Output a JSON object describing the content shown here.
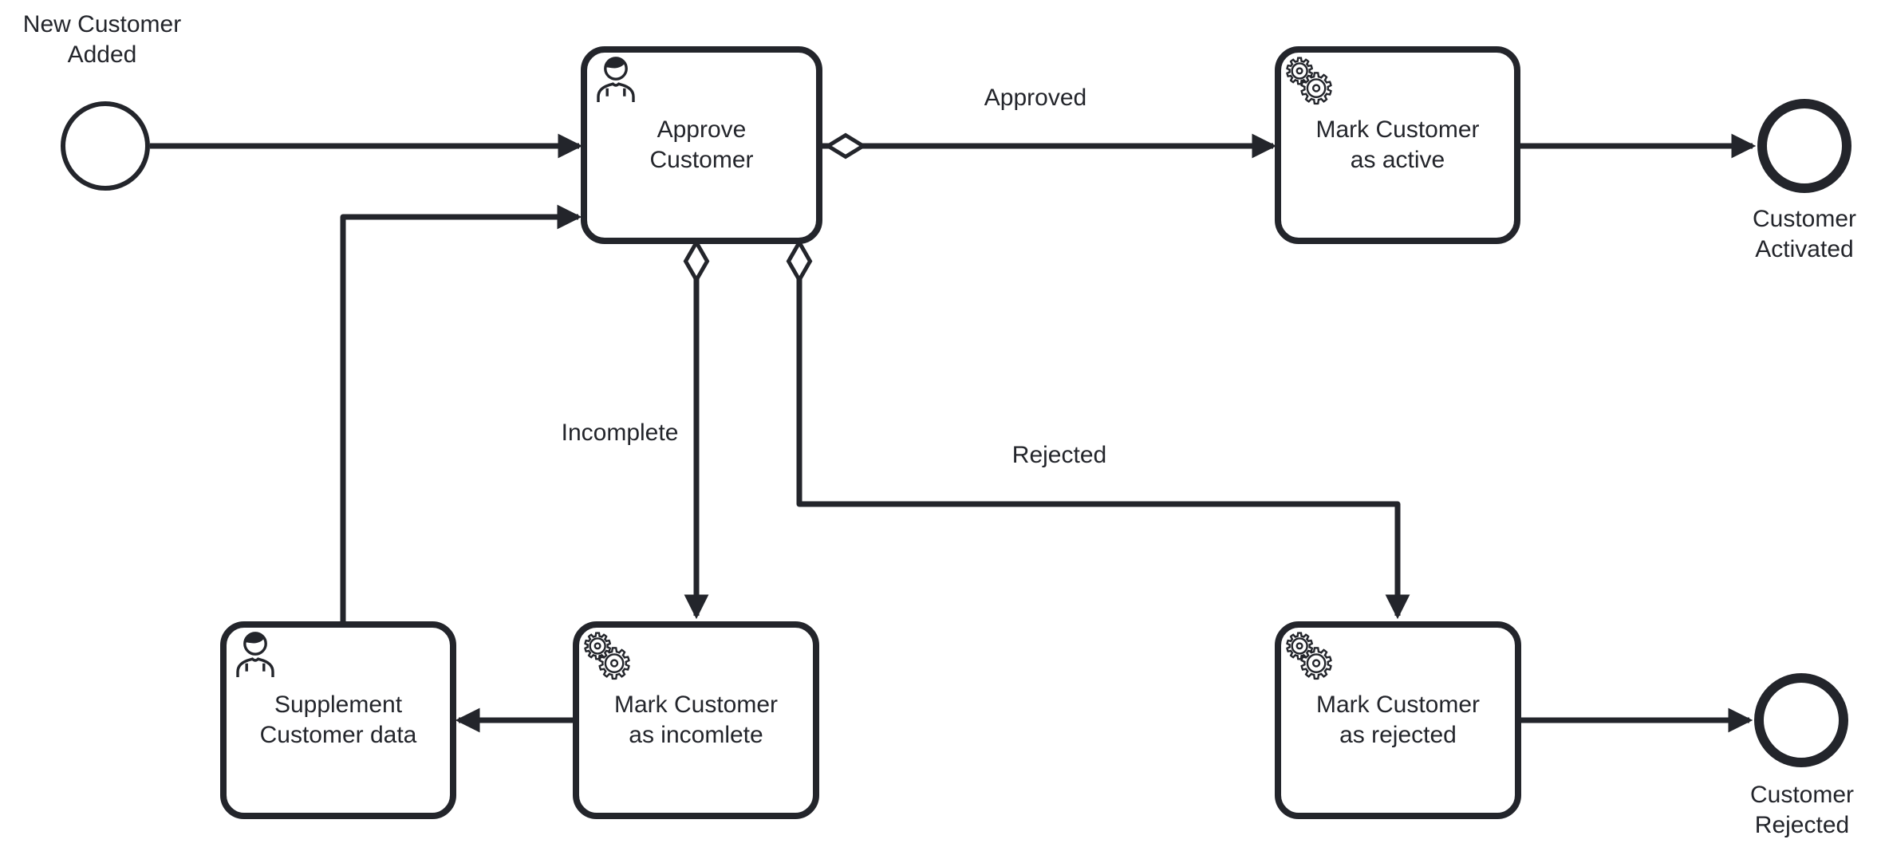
{
  "diagram": {
    "kind": "BPMN process",
    "background": "#ffffff",
    "stroke_color": "#23252b"
  },
  "events": {
    "start": {
      "label": "New Customer\nAdded",
      "kind": "start"
    },
    "customer_activated": {
      "label": "Customer\nActivated",
      "kind": "end"
    },
    "customer_rejected": {
      "label": "Customer\nRejected",
      "kind": "end"
    }
  },
  "tasks": {
    "approve_customer": {
      "label": "Approve\nCustomer",
      "task_type": "user"
    },
    "mark_customer_as_active": {
      "label": "Mark Customer\nas active",
      "task_type": "service"
    },
    "mark_customer_as_incomplete": {
      "label": "Mark Customer\nas incomlete",
      "task_type": "service"
    },
    "supplement_customer_data": {
      "label": "Supplement\nCustomer data",
      "task_type": "user"
    },
    "mark_customer_as_rejected": {
      "label": "Mark Customer\nas rejected",
      "task_type": "service"
    }
  },
  "flow_labels": {
    "approved": "Approved",
    "incomplete": "Incomplete",
    "rejected": "Rejected"
  },
  "icons": {
    "gear_glyph": "⚙"
  }
}
